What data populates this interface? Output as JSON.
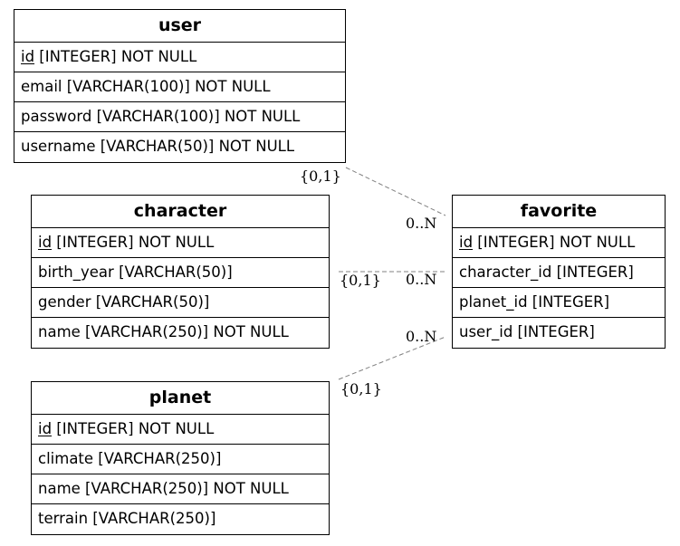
{
  "entities": {
    "user": {
      "title": "user",
      "rows": [
        {
          "pk": "id",
          "rest": " [INTEGER] NOT NULL"
        },
        {
          "text": "email [VARCHAR(100)] NOT NULL"
        },
        {
          "text": "password [VARCHAR(100)] NOT NULL"
        },
        {
          "text": "username [VARCHAR(50)] NOT NULL"
        }
      ]
    },
    "character": {
      "title": "character",
      "rows": [
        {
          "pk": "id",
          "rest": " [INTEGER] NOT NULL"
        },
        {
          "text": "birth_year [VARCHAR(50)]"
        },
        {
          "text": "gender [VARCHAR(50)]"
        },
        {
          "text": "name [VARCHAR(250)] NOT NULL"
        }
      ]
    },
    "planet": {
      "title": "planet",
      "rows": [
        {
          "pk": "id",
          "rest": " [INTEGER] NOT NULL"
        },
        {
          "text": "climate [VARCHAR(250)]"
        },
        {
          "text": "name [VARCHAR(250)] NOT NULL"
        },
        {
          "text": "terrain [VARCHAR(250)]"
        }
      ]
    },
    "favorite": {
      "title": "favorite",
      "rows": [
        {
          "pk": "id",
          "rest": " [INTEGER] NOT NULL"
        },
        {
          "text": "character_id [INTEGER]"
        },
        {
          "text": "planet_id [INTEGER]"
        },
        {
          "text": "user_id [INTEGER]"
        }
      ]
    }
  },
  "relations": {
    "user_favorite": {
      "one": "{0,1}",
      "many": "0..N"
    },
    "character_favorite": {
      "one": "{0,1}",
      "many": "0..N"
    },
    "planet_favorite": {
      "one": "{0,1}",
      "many": "0..N"
    }
  },
  "colors": {
    "edge": "#808080",
    "border": "#000000"
  }
}
